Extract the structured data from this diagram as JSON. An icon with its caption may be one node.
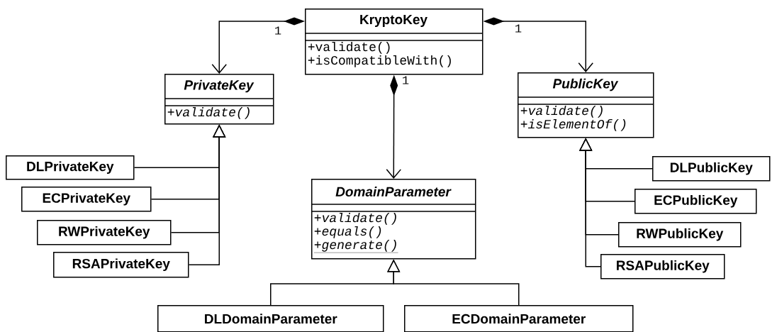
{
  "diagram": {
    "nodes": [
      {
        "text": [
          "KryptoKey",
          "+validate()",
          "+isCompatibleWith()"
        ]
      },
      {
        "text": [
          "PrivateKey",
          "+validate()"
        ]
      },
      {
        "text": [
          "PublicKey",
          "+validate()",
          "+isElementOf()"
        ]
      },
      {
        "text": [
          "DomainParameter",
          "+validate()",
          "+equals()",
          "+generate()"
        ]
      },
      {
        "text": [
          "DLPrivateKey"
        ]
      },
      {
        "text": [
          "ECPrivateKey"
        ]
      },
      {
        "text": [
          "RWPrivateKey"
        ]
      },
      {
        "text": [
          "RSAPrivateKey"
        ]
      },
      {
        "text": [
          "DLPublicKey"
        ]
      },
      {
        "text": [
          "ECPublicKey"
        ]
      },
      {
        "text": [
          "RWPublicKey"
        ]
      },
      {
        "text": [
          "RSAPublicKey"
        ]
      },
      {
        "text": [
          "DLDomainParameter"
        ]
      },
      {
        "text": [
          "ECDomainParameter"
        ]
      }
    ],
    "edges": [
      {
        "from": 0,
        "to": 1,
        "arrow": "to",
        "label": "1"
      },
      {
        "from": 0,
        "to": 2,
        "arrow": "to",
        "label": "1"
      },
      {
        "from": 0,
        "to": 3,
        "arrow": "to",
        "label": "1"
      },
      {
        "from": 4,
        "to": 1,
        "arrow": "to"
      },
      {
        "from": 5,
        "to": 1,
        "arrow": "to"
      },
      {
        "from": 6,
        "to": 1,
        "arrow": "to"
      },
      {
        "from": 7,
        "to": 1,
        "arrow": "to"
      },
      {
        "from": 8,
        "to": 2,
        "arrow": "to"
      },
      {
        "from": 9,
        "to": 2,
        "arrow": "to"
      },
      {
        "from": 10,
        "to": 2,
        "arrow": "to"
      },
      {
        "from": 11,
        "to": 2,
        "arrow": "to"
      },
      {
        "from": 12,
        "to": 3,
        "arrow": "to"
      },
      {
        "from": 13,
        "to": 3,
        "arrow": "to"
      }
    ]
  }
}
